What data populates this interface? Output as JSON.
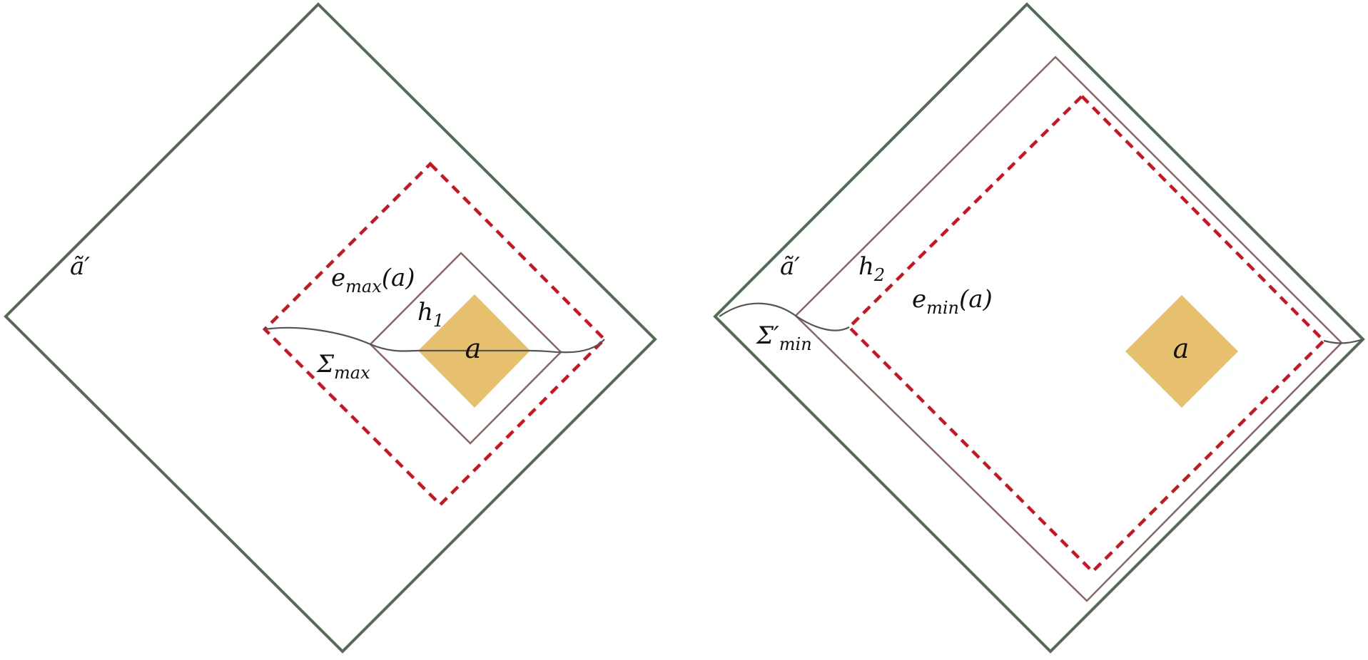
{
  "colors": {
    "outer_diamond": "#556b55",
    "brown_diamond": "#8a6666",
    "dashed_diamond": "#d0121f",
    "region_a": "#e6c06c",
    "surface_curve": "#555555"
  },
  "left_panel": {
    "outer_label": "ã′",
    "wedge_label_main": "e",
    "wedge_label_sub": "max",
    "wedge_label_arg": "(a)",
    "horizon_label_main": "h",
    "horizon_label_sub": "1",
    "surface_label_main": "Σ",
    "surface_label_sub": "max",
    "region_label": "a"
  },
  "right_panel": {
    "outer_label": "ã′",
    "horizon_label_main": "h",
    "horizon_label_sub": "2",
    "wedge_label_main": "e",
    "wedge_label_sub": "min",
    "wedge_label_arg": "(a)",
    "surface_label_main": "Σ′",
    "surface_label_sub": "min",
    "region_label": "a"
  }
}
